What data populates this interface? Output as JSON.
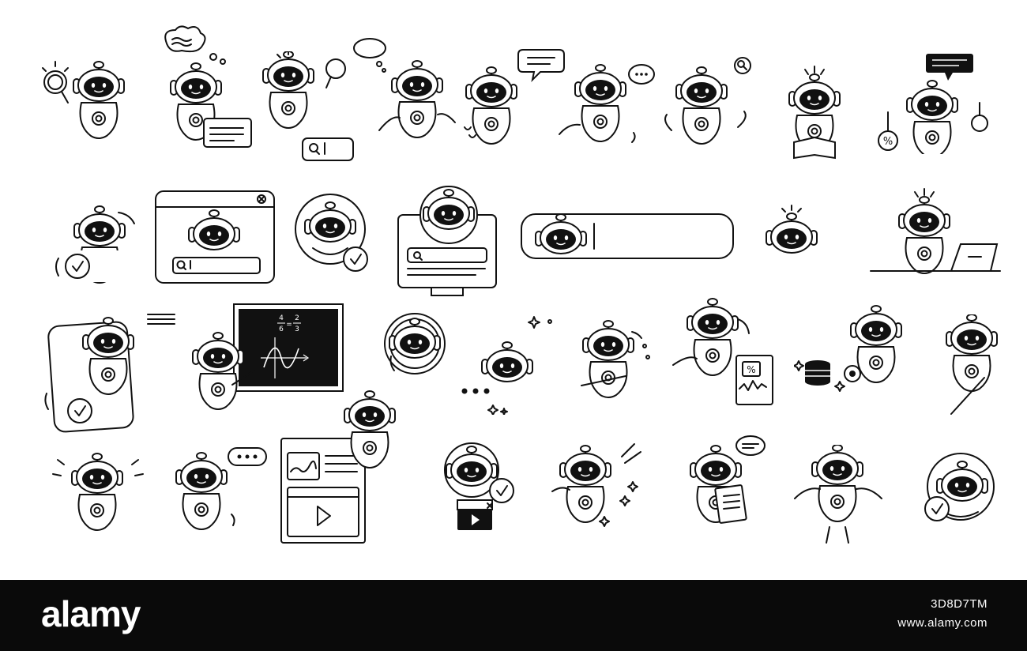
{
  "illustrations": {
    "formula_numerators": [
      "4",
      "2"
    ],
    "formula_denominators": [
      "6",
      "3"
    ],
    "formula_equals": "=",
    "percent_sign": "%"
  },
  "watermark": {
    "logo_text": "alamy",
    "image_id": "3D8D7TM",
    "site_url": "www.alamy.com"
  },
  "colors": {
    "ink": "#111111",
    "background": "#ffffff",
    "watermark_bar": "#0a0a0a",
    "watermark_text": "#ffffff"
  }
}
